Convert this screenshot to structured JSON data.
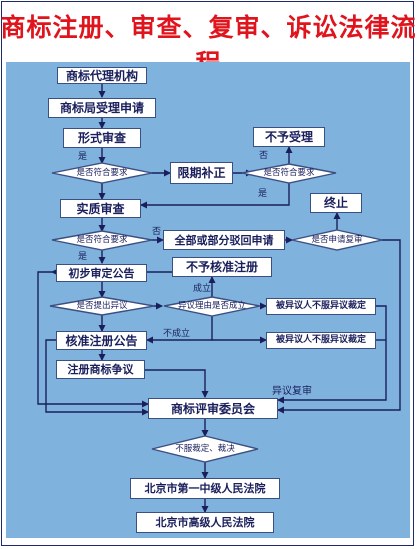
{
  "title": "商标注册、审查、复审、诉讼法律流程",
  "colors": {
    "title": "#e0141c",
    "panel": "#7fb2dd",
    "line": "#1a1f5c",
    "box_border": "#3c4f82"
  },
  "boxes": {
    "agency": "商标代理机构",
    "office_accept": "商标局受理申请",
    "formal_exam": "形式审查",
    "deadline_fix": "限期补正",
    "not_accepted": "不予受理",
    "substantive_exam": "实质审查",
    "terminate": "终止",
    "full_partial_reject": "全部或部分驳回申请",
    "preliminary_announce": "初步审定公告",
    "not_approved": "不予核准注册",
    "approval_announce": "核准注册公告",
    "dispute": "注册商标争议",
    "tram_board": "商标评审委员会",
    "beijing_first": "北京市第一中级人民法院",
    "beijing_high": "北京市高级人民法院"
  },
  "decisions": {
    "meets_req_1": "是否符合要求",
    "meets_req_2": "是否符合要求",
    "meets_req_3": "是否符合要求",
    "apply_review": "是否申请复审",
    "raise_objection": "是否提出异议",
    "objection_valid": "异议理由是否成立",
    "objected_not_satisfied_1": "被异议人不服异议裁定",
    "objected_not_satisfied_2": "被异议人不服异议裁定",
    "not_satisfied_ruling": "不服裁定、裁决"
  },
  "labels": {
    "yes_1": "是",
    "no_1": "否",
    "yes_2": "是",
    "no_2": "否",
    "yes_3": "是",
    "valid": "成立",
    "not_valid": "不成立",
    "objection_review": "异议复审"
  }
}
